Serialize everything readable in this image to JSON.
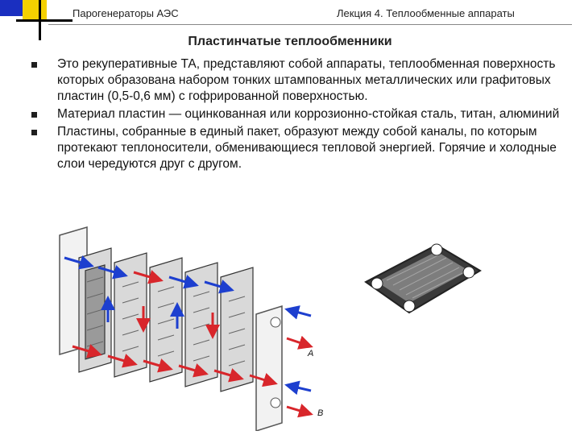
{
  "header": {
    "left": "Парогенераторы АЭС",
    "right": "Лекция 4.  Теплообменные аппараты"
  },
  "title": "Пластинчатые теплообменники",
  "bullets": [
    "Это рекуперативные ТА, представляют собой аппараты, теплообменная поверхность которых образована набором тонких штампованных металлических или графитовых пластин (0,5-0,6 мм) с гофрированной поверхностью.",
    "Материал пластин — оцинкованная или коррозионно-стойкая сталь, титан, алюминий",
    "Пластины, собранные в единый пакет, образуют между собой каналы, по которым протекают теплоносители, обменивающиеся тепловой энергией. Горячие и холодные слои чередуются друг с другом."
  ],
  "figure": {
    "label_a": "A",
    "label_b": "B",
    "colors": {
      "hot": "#d8262b",
      "cold": "#1d3fcf"
    }
  },
  "logo_colors": {
    "yellow": "#f4d000",
    "blue": "#1a2fc0",
    "black": "#000000"
  }
}
